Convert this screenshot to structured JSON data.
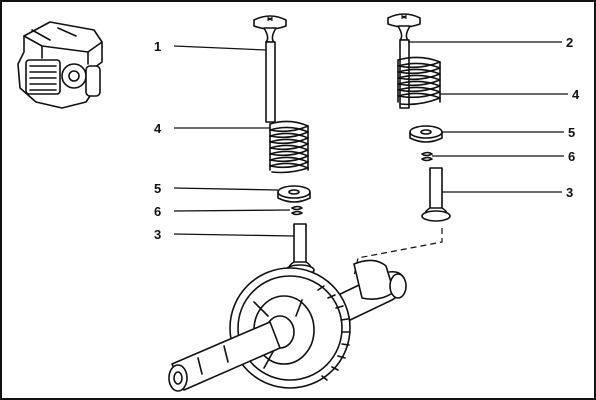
{
  "diagram": {
    "callouts": [
      {
        "id": "c1",
        "label": "1"
      },
      {
        "id": "c4a",
        "label": "4"
      },
      {
        "id": "c5a",
        "label": "5"
      },
      {
        "id": "c6a",
        "label": "6"
      },
      {
        "id": "c3a",
        "label": "3"
      },
      {
        "id": "c2",
        "label": "2"
      },
      {
        "id": "c4b",
        "label": "4"
      },
      {
        "id": "c5b",
        "label": "5"
      },
      {
        "id": "c6b",
        "label": "6"
      },
      {
        "id": "c3b",
        "label": "3"
      }
    ]
  }
}
